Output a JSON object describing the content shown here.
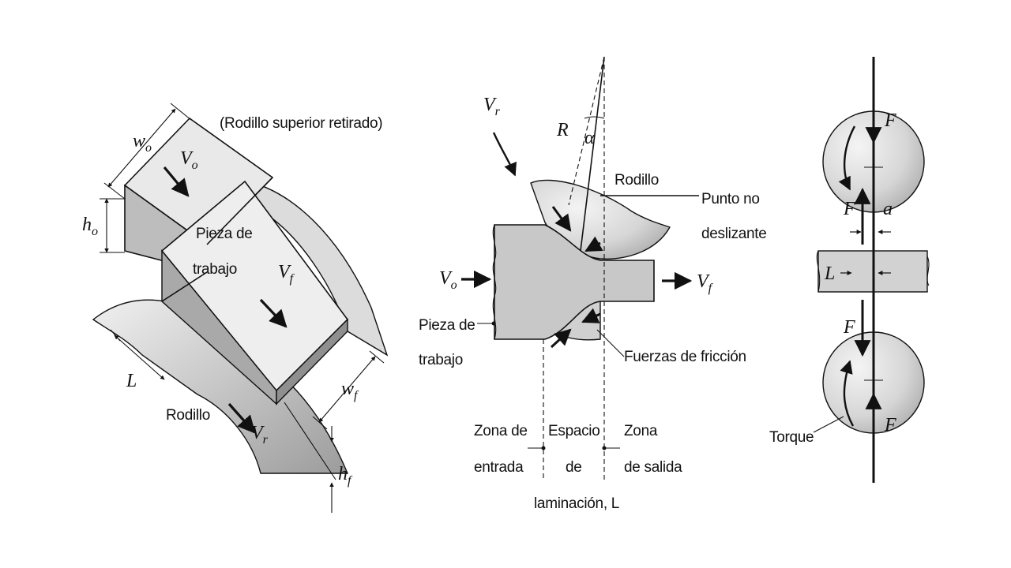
{
  "left": {
    "top_roll_note": "(Rodillo superior retirado)",
    "workpiece": "Pieza de trabajo",
    "workpiece_l1": "Pieza de",
    "workpiece_l2": "trabajo",
    "roll": "Rodillo",
    "w0": "w",
    "w0_sub": "o",
    "v0": "V",
    "v0_sub": "o",
    "h0": "h",
    "h0_sub": "o",
    "vf": "V",
    "vf_sub": "f",
    "L": "L",
    "wf": "w",
    "wf_sub": "f",
    "vr": "V",
    "vr_sub": "r",
    "hf": "h",
    "hf_sub": "f"
  },
  "middle": {
    "vr": "V",
    "vr_sub": "r",
    "R": "R",
    "alpha": "α",
    "roll": "Rodillo",
    "no_slip_l1": "Punto no",
    "no_slip_l2": "deslizante",
    "v0": "V",
    "v0_sub": "o",
    "vf": "V",
    "vf_sub": "f",
    "workpiece_l1": "Pieza de",
    "workpiece_l2": "trabajo",
    "friction": "Fuerzas de fricción",
    "entry_l1": "Zona de",
    "entry_l2": "entrada",
    "gap_l1": "Espacio",
    "gap_l2": "de",
    "gap_l3": "laminación, L",
    "exit_l1": "Zona",
    "exit_l2": "de salida"
  },
  "right": {
    "F": "F",
    "a": "a",
    "L": "L",
    "torque": "Torque"
  },
  "colors": {
    "fill_light": "#e6e6e6",
    "fill_mid": "#c9c9c9",
    "fill_dark": "#9a9a9a",
    "ink": "#111111"
  }
}
